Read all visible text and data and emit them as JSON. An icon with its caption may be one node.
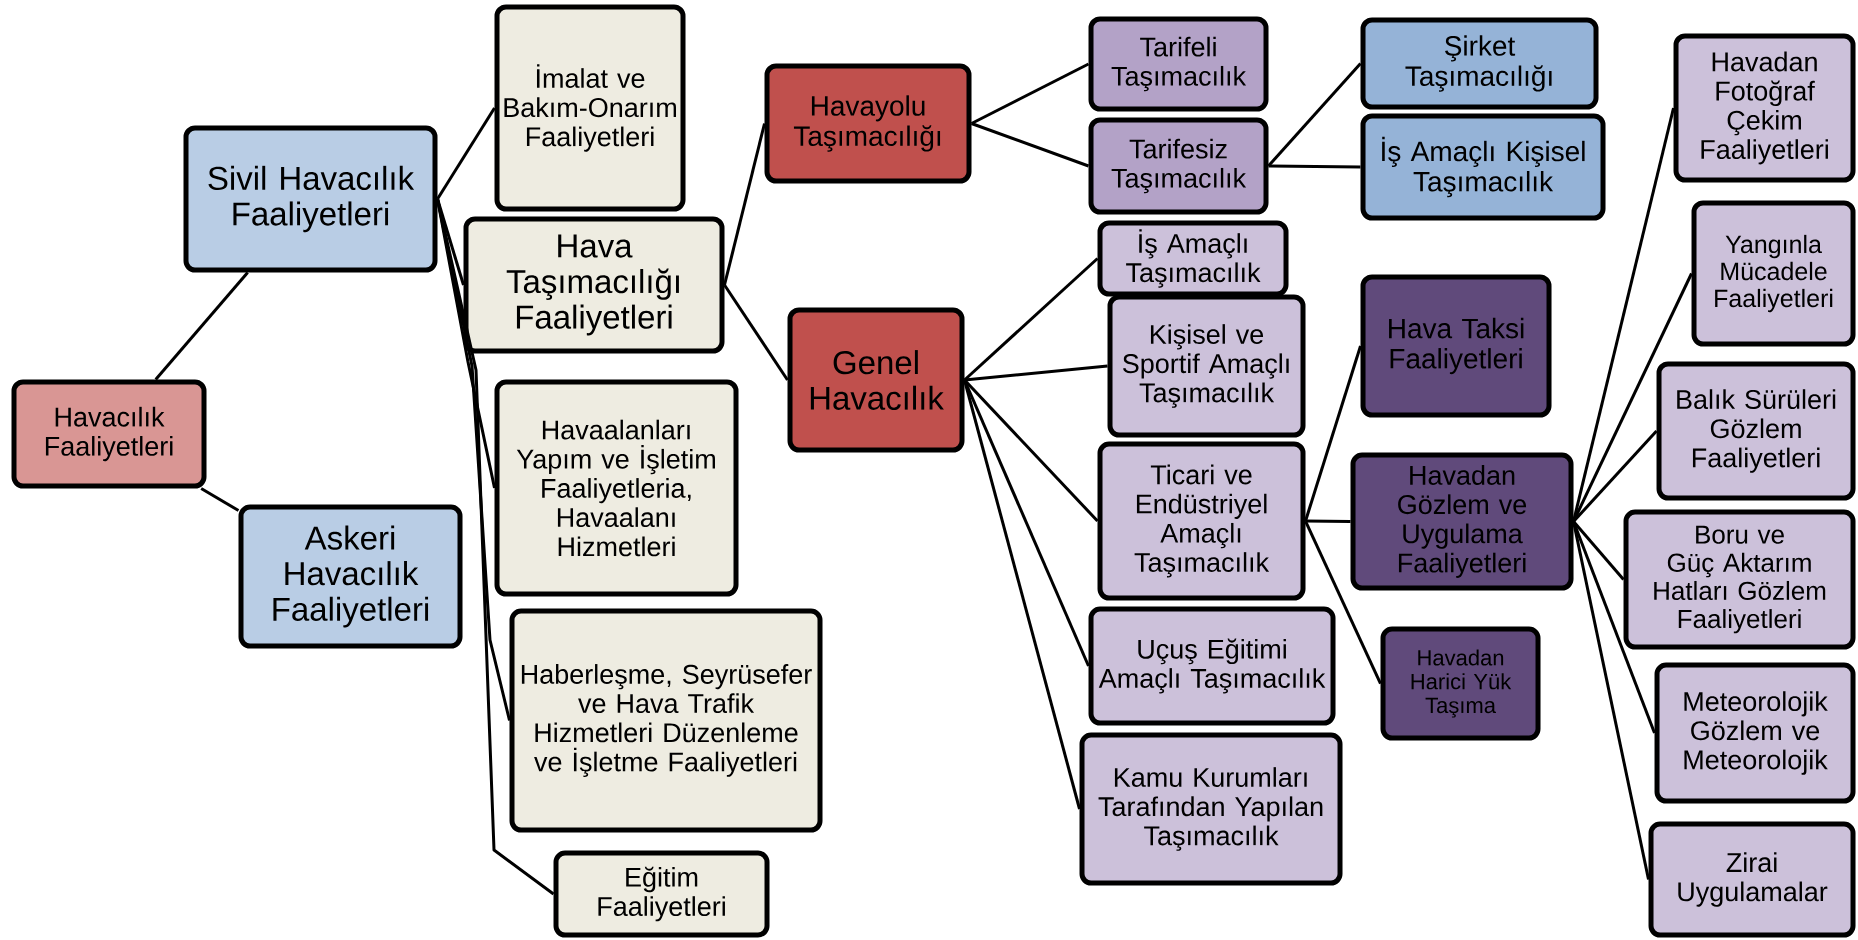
{
  "diagram": {
    "nodes": [
      {
        "text": [
          "Havacılık Faaliyetleri"
        ]
      },
      {
        "text": [
          "Sivil Havacılık Faaliyetleri"
        ]
      },
      {
        "text": [
          "Askeri Havacılık Faaliyetleri"
        ]
      },
      {
        "text": [
          "İmalat ve Bakım-Onarım Faaliyetleri"
        ]
      },
      {
        "text": [
          "Hava Taşımacılığı Faaliyetleri"
        ]
      },
      {
        "text": [
          "Havaalanları Yapım ve İşletim Faaliyetleria, Havaalanı Hizmetleri"
        ]
      },
      {
        "text": [
          "Haberleşme, Seyrüsefer ve Hava Trafik Hizmetleri Düzenleme ve İşletme Faaliyetleri"
        ]
      },
      {
        "text": [
          "Eğitim Faaliyetleri"
        ]
      },
      {
        "text": [
          "Havayolu Taşımacılığı"
        ]
      },
      {
        "text": [
          "Genel Havacılık"
        ]
      },
      {
        "text": [
          "Tarifeli Taşımacılık"
        ]
      },
      {
        "text": [
          "Tarifesiz Taşımacılık"
        ]
      },
      {
        "text": [
          "İş Amaçlı Taşımacılık"
        ]
      },
      {
        "text": [
          "Kişisel ve Sportif Amaçlı Taşımacılık"
        ]
      },
      {
        "text": [
          "Ticari ve Endüstriyel Amaçlı Taşımacılık"
        ]
      },
      {
        "text": [
          "Uçuş Eğitimi Amaçlı Taşımacılık"
        ]
      },
      {
        "text": [
          "Kamu Kurumları Tarafından Yapılan Taşımacılık"
        ]
      },
      {
        "text": [
          "Şirket Taşımacılığı"
        ]
      },
      {
        "text": [
          "İş Amaçlı Kişisel Taşımacılık"
        ]
      },
      {
        "text": [
          "Hava Taksi Faaliyetleri"
        ]
      },
      {
        "text": [
          "Havadan Gözlem ve Uygulama Faaliyetleri"
        ]
      },
      {
        "text": [
          "Havadan Harici Yük Taşıma"
        ]
      },
      {
        "text": [
          "Havadan Fotoğraf Çekim Faaliyetleri"
        ]
      },
      {
        "text": [
          "Yangınla Mücadele Faaliyetleri"
        ]
      },
      {
        "text": [
          "Balık Sürüleri Gözlem Faaliyetleri"
        ]
      },
      {
        "text": [
          "Boru ve Güç Aktarım Hatları Gözlem Faaliyetleri"
        ]
      },
      {
        "text": [
          "Meteorolojik Gözlem ve Meteorolojik"
        ]
      },
      {
        "text": [
          "Zirai Uygulamalar"
        ]
      }
    ],
    "edges": [
      {
        "from": 0,
        "to": 1,
        "arrow": "none"
      },
      {
        "from": 0,
        "to": 2,
        "arrow": "none"
      },
      {
        "from": 1,
        "to": 3,
        "arrow": "none"
      },
      {
        "from": 1,
        "to": 4,
        "arrow": "none"
      },
      {
        "from": 1,
        "to": 5,
        "arrow": "none"
      },
      {
        "from": 1,
        "to": 6,
        "arrow": "none"
      },
      {
        "from": 1,
        "to": 7,
        "arrow": "none"
      },
      {
        "from": 4,
        "to": 8,
        "arrow": "none"
      },
      {
        "from": 4,
        "to": 9,
        "arrow": "none"
      },
      {
        "from": 8,
        "to": 10,
        "arrow": "none"
      },
      {
        "from": 8,
        "to": 11,
        "arrow": "none"
      },
      {
        "from": 11,
        "to": 17,
        "arrow": "none"
      },
      {
        "from": 11,
        "to": 18,
        "arrow": "none"
      },
      {
        "from": 9,
        "to": 12,
        "arrow": "none"
      },
      {
        "from": 9,
        "to": 13,
        "arrow": "none"
      },
      {
        "from": 9,
        "to": 14,
        "arrow": "none"
      },
      {
        "from": 9,
        "to": 15,
        "arrow": "none"
      },
      {
        "from": 9,
        "to": 16,
        "arrow": "none"
      },
      {
        "from": 14,
        "to": 19,
        "arrow": "none"
      },
      {
        "from": 14,
        "to": 20,
        "arrow": "none"
      },
      {
        "from": 14,
        "to": 21,
        "arrow": "none"
      },
      {
        "from": 20,
        "to": 22,
        "arrow": "none"
      },
      {
        "from": 20,
        "to": 23,
        "arrow": "none"
      },
      {
        "from": 20,
        "to": 24,
        "arrow": "none"
      },
      {
        "from": 20,
        "to": 25,
        "arrow": "none"
      },
      {
        "from": 20,
        "to": 26,
        "arrow": "none"
      },
      {
        "from": 20,
        "to": 27,
        "arrow": "none"
      }
    ]
  }
}
